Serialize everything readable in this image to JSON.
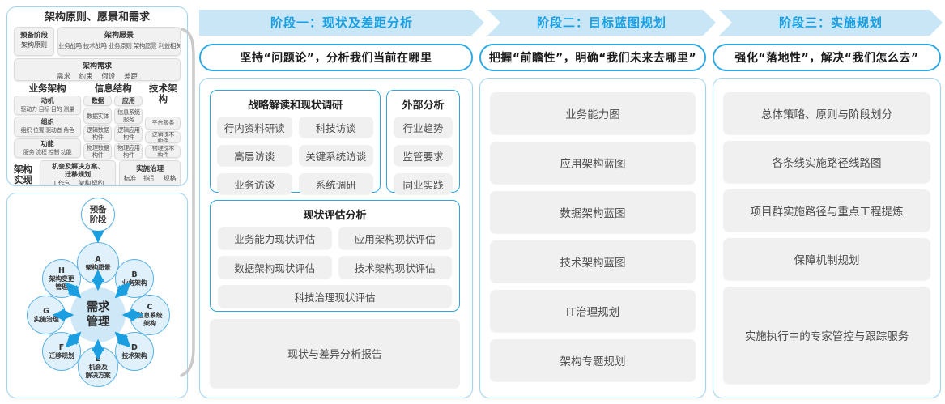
{
  "colors": {
    "accent_blue": "#18a0e4",
    "band_bg": "#c9e6f7",
    "box_border_blue": "#2fa8e1",
    "panel_border": "#9fd4ef",
    "item_bg": "#f0f0f0",
    "node_fill": "#e1f1fb",
    "node_border": "#58b1e3",
    "center_fill": "#cfe8f8",
    "brace_gray": "#c9c9c9"
  },
  "left_panel": {
    "title": "架构原则、愿景和需求",
    "prep": {
      "line1": "预备阶段",
      "line2": "架构原则"
    },
    "vision": {
      "title": "架构愿景",
      "items": "业务战略 技术战略 业务原则 架构愿景 利益相关者"
    },
    "requirements": {
      "title": "架构需求",
      "items": "需求 约束 假设 差距"
    },
    "business": {
      "title": "业务架构",
      "groups": [
        {
          "title": "动机",
          "items": "驱动力 目标 目的 测量"
        },
        {
          "title": "组织",
          "items": "组织 位置 驱动者 角色"
        },
        {
          "title": "功能",
          "items": "服务 流程 控制 功能"
        }
      ]
    },
    "information": {
      "title": "信息结构",
      "data": {
        "title": "数据",
        "items": [
          "数据实体",
          "逻辑数据\n构件",
          "物理数据\n构件"
        ]
      },
      "application": {
        "title": "应用",
        "items": [
          "信息系统\n服务",
          "逻辑应用\n构件",
          "物理应用\n构件"
        ]
      }
    },
    "technology": {
      "title": "技术架构",
      "items": [
        "平台服务",
        "逻辑技术\n构件",
        "物理技术\n构件"
      ]
    },
    "realization": {
      "label": "架构实现",
      "opportunities": {
        "title": "机会及解决方案、\n迁移规划",
        "items": "工作包 架构契约"
      },
      "governance": {
        "title": "实施治理",
        "items": "标准 指引 规格"
      }
    }
  },
  "adm": {
    "prep": "预备\n阶段",
    "center": "需求\n管理",
    "nodes": [
      {
        "letter": "A",
        "label": "架构愿景"
      },
      {
        "letter": "B",
        "label": "业务架构"
      },
      {
        "letter": "C",
        "label": "信息系统\n架构"
      },
      {
        "letter": "D",
        "label": "技术架构"
      },
      {
        "letter": "E",
        "label": "机会及\n解决方案"
      },
      {
        "letter": "F",
        "label": "迁移规划"
      },
      {
        "letter": "G",
        "label": "实施治理"
      },
      {
        "letter": "H",
        "label": "架构变更\n管理"
      }
    ]
  },
  "phases": [
    {
      "header": "阶段一：现状及差距分析",
      "motto": "坚持“问题论”，分析我们当前在哪里"
    },
    {
      "header": "阶段二：目标蓝图规划",
      "motto": "把握“前瞻性”，明确“我们未来去哪里”"
    },
    {
      "header": "阶段三：实施规划",
      "motto": "强化“落地性”，解决“我们怎么去”"
    }
  ],
  "phase1": {
    "survey": {
      "title": "战略解读和现状调研",
      "items": [
        "行内资料研读",
        "科技访谈",
        "高层访谈",
        "关键系统访谈",
        "业务访谈",
        "系统调研"
      ]
    },
    "external": {
      "title": "外部分析",
      "items": [
        "行业趋势",
        "监管要求",
        "同业实践"
      ]
    },
    "assessment": {
      "title": "现状评估分析",
      "items": [
        "业务能力现状评估",
        "应用架构现状评估",
        "数据架构现状评估",
        "技术架构现状评估"
      ],
      "full_item": "科技治理现状评估"
    },
    "report": "现状与差异分析报告"
  },
  "phase2": {
    "items": [
      "业务能力图",
      "应用架构蓝图",
      "数据架构蓝图",
      "技术架构蓝图",
      "IT治理规划",
      "架构专题规划"
    ]
  },
  "phase3": {
    "items": [
      "总体策略、原则与阶段划分",
      "各条线实施路径线路图",
      "项目群实施路径与重点工程提炼",
      "保障机制规划"
    ],
    "tall_item": "实施执行中的专家管控与跟踪服务"
  }
}
